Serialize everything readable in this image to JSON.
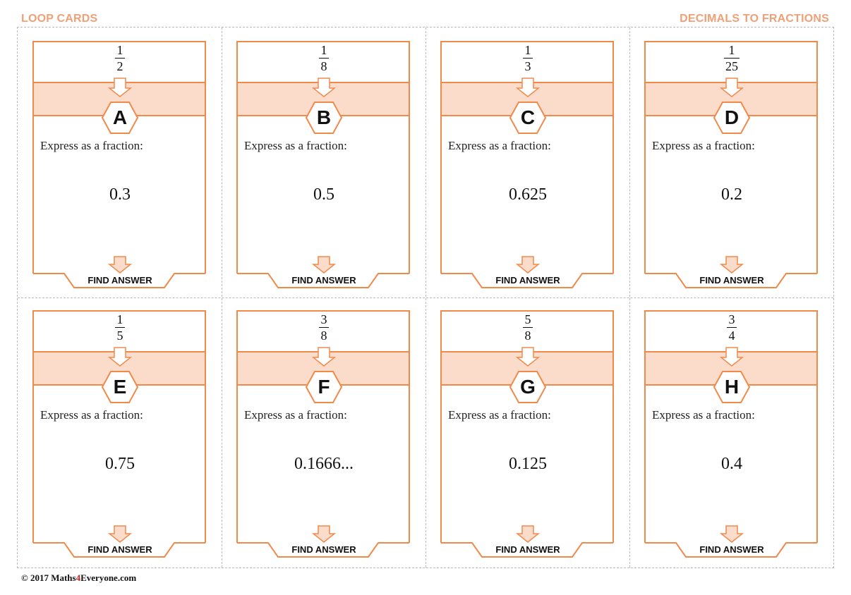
{
  "header": {
    "left_title": "LOOP CARDS",
    "right_title": "DECIMALS TO FRACTIONS"
  },
  "colors": {
    "accent": "#f0a077",
    "frame": "#f08a4b",
    "band": "#fbdccb"
  },
  "cards": [
    {
      "answer_num": "1",
      "answer_den": "2",
      "letter": "A",
      "prompt": "Express as a fraction:",
      "value": "0.3",
      "find_label": "FIND ANSWER"
    },
    {
      "answer_num": "1",
      "answer_den": "8",
      "letter": "B",
      "prompt": "Express as a fraction:",
      "value": "0.5",
      "find_label": "FIND ANSWER"
    },
    {
      "answer_num": "1",
      "answer_den": "3",
      "letter": "C",
      "prompt": "Express as a fraction:",
      "value": "0.625",
      "find_label": "FIND ANSWER"
    },
    {
      "answer_num": "1",
      "answer_den": "25",
      "letter": "D",
      "prompt": "Express as a fraction:",
      "value": "0.2",
      "find_label": "FIND ANSWER"
    },
    {
      "answer_num": "1",
      "answer_den": "5",
      "letter": "E",
      "prompt": "Express as a fraction:",
      "value": "0.75",
      "find_label": "FIND ANSWER"
    },
    {
      "answer_num": "3",
      "answer_den": "8",
      "letter": "F",
      "prompt": "Express as a fraction:",
      "value": "0.1666...",
      "find_label": "FIND ANSWER"
    },
    {
      "answer_num": "5",
      "answer_den": "8",
      "letter": "G",
      "prompt": "Express as a fraction:",
      "value": "0.125",
      "find_label": "FIND ANSWER"
    },
    {
      "answer_num": "3",
      "answer_den": "4",
      "letter": "H",
      "prompt": "Express as a fraction:",
      "value": "0.4",
      "find_label": "FIND ANSWER"
    }
  ],
  "footer": {
    "prefix": "© 2017 Maths",
    "highlight": "4",
    "suffix": "Everyone.com"
  }
}
